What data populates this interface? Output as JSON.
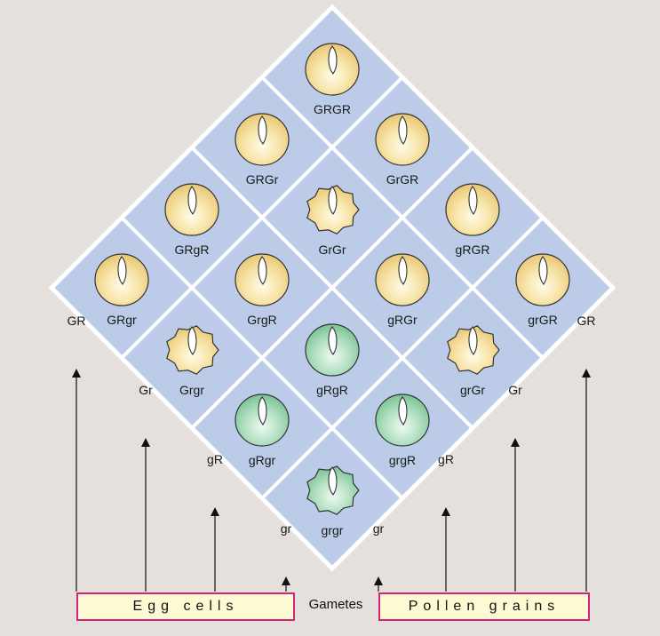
{
  "colors": {
    "background": "#e5e0dc",
    "cell_fill": "#bccbe8",
    "grid_line": "#ffffff",
    "yellow_seed": "#f4dc97",
    "green_seed": "#9fd6b3",
    "label_box_border": "#d6227b",
    "label_box_fill": "#fdf9d3"
  },
  "egg_gametes": [
    "GR",
    "Gr",
    "gR",
    "gr"
  ],
  "pollen_gametes": [
    "GR",
    "Gr",
    "gR",
    "gr"
  ],
  "cells": [
    [
      "GRGR",
      "GrGR",
      "gRGR",
      "grGR"
    ],
    [
      "GRGr",
      "GrGr",
      "gRGr",
      "grGr"
    ],
    [
      "GRgR",
      "GrgR",
      "gRgR",
      "grgR"
    ],
    [
      "GRgr",
      "Grgr",
      "gRgr",
      "grgr"
    ]
  ],
  "seed_colors": [
    [
      "yellow",
      "yellow",
      "yellow",
      "yellow"
    ],
    [
      "yellow",
      "yellow",
      "yellow",
      "yellow"
    ],
    [
      "yellow",
      "yellow",
      "green",
      "green"
    ],
    [
      "yellow",
      "yellow",
      "green",
      "green"
    ]
  ],
  "seed_shapes": [
    [
      "round",
      "round",
      "round",
      "round"
    ],
    [
      "round",
      "wrinkled",
      "round",
      "wrinkled"
    ],
    [
      "round",
      "round",
      "round",
      "round"
    ],
    [
      "round",
      "wrinkled",
      "round",
      "wrinkled"
    ]
  ],
  "labels": {
    "egg_cells": "Egg cells",
    "pollen_grains": "Pollen grains",
    "gametes": "Gametes"
  }
}
